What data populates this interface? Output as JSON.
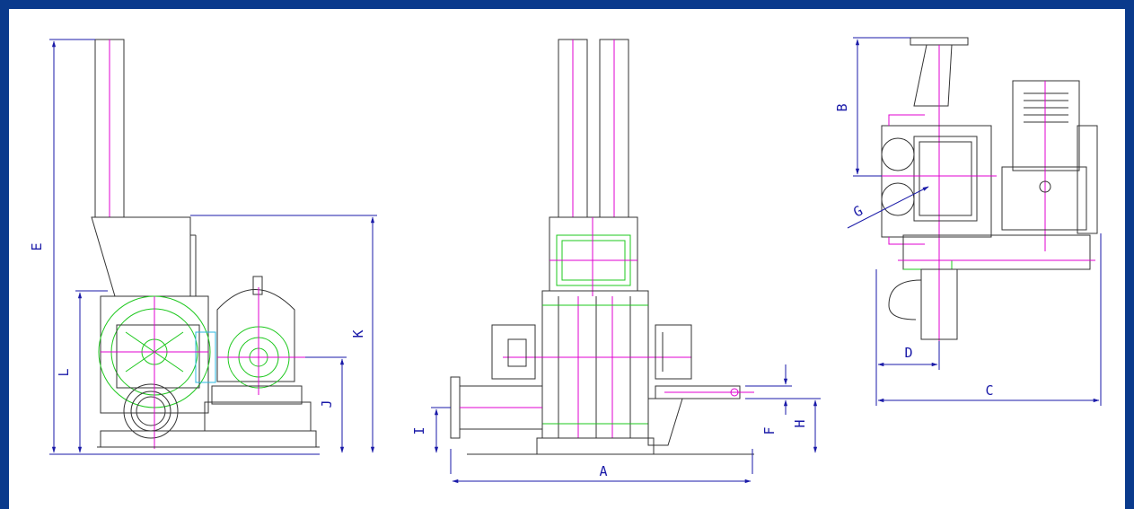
{
  "colors": {
    "frame": "#0a3a8c",
    "paper": "#ffffff",
    "outline": "#333333",
    "green": "#1ec81e",
    "magenta": "#e000d0",
    "dimension": "#1a1aa8",
    "cyan": "#28b8e0"
  },
  "views": {
    "side": {
      "dimensions": {
        "e": "E",
        "l": "L",
        "j": "J",
        "k": "K"
      }
    },
    "front": {
      "dimensions": {
        "i": "I",
        "a": "A",
        "f": "F",
        "h": "H"
      }
    },
    "top": {
      "dimensions": {
        "b": "B",
        "g": "G",
        "d": "D",
        "c": "C"
      }
    }
  }
}
